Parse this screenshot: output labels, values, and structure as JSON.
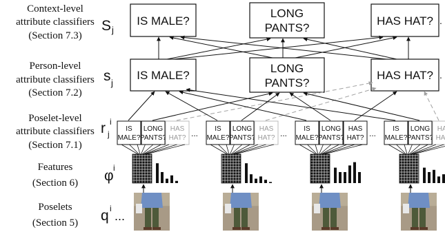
{
  "rows": {
    "context": {
      "label_lines": [
        "Context-level",
        "attribute classifiers",
        "(Section 7.3)"
      ],
      "symbol": "S",
      "symbol_sub": "j",
      "boxes": [
        [
          "IS MALE?"
        ],
        [
          "LONG",
          "PANTS?"
        ],
        [
          "HAS HAT?"
        ]
      ],
      "trailing": "."
    },
    "person": {
      "label_lines": [
        "Person-level",
        "attribute classifiers",
        "(Section 7.2)"
      ],
      "symbol": "s",
      "symbol_sub": "j",
      "boxes": [
        [
          "IS MALE?"
        ],
        [
          "LONG",
          "PANTS?"
        ],
        [
          "HAS HAT?"
        ]
      ],
      "trailing": "."
    },
    "poselet": {
      "label_lines": [
        "Poselet-level",
        "attribute classifiers",
        "(Section 7.1)"
      ],
      "symbol": "r",
      "symbol_sub": "j",
      "symbol_sup": "i",
      "small_boxes": [
        [
          "IS",
          "MALE?"
        ],
        [
          "LONG",
          "PANTS?"
        ],
        [
          "HAS",
          "HAT?"
        ]
      ],
      "ellipsis": "...",
      "groups": [
        {
          "hat_active": false
        },
        {
          "hat_active": false
        },
        {
          "hat_active": true
        },
        {
          "hat_active": false
        }
      ]
    },
    "features": {
      "label_lines": [
        "Features",
        "(Section 6)"
      ],
      "symbol": "φ",
      "symbol_sup": "i",
      "histograms": [
        [
          0.9,
          0.5,
          0.2,
          0.35,
          0.1
        ],
        [
          0.9,
          0.4,
          0.2,
          0.3,
          0.15,
          0.05
        ],
        [
          0.7,
          0.5,
          0.5,
          0.8,
          0.95,
          0.5
        ],
        [
          0.7,
          0.5,
          0.6,
          0.3,
          0.4,
          0.5
        ]
      ]
    },
    "poselets": {
      "label_lines": [
        "Poselets",
        "(Section 5)"
      ],
      "symbol": "q",
      "symbol_sup": "i",
      "ellipsis": "..."
    }
  },
  "colors": {
    "line": "#111111",
    "dashed_gray": "#a0a0a0",
    "inactive_text": "#9a9a9a",
    "coat": "#6f8fc4",
    "pants": "#4e5a3a",
    "ground": "#a89a86"
  }
}
